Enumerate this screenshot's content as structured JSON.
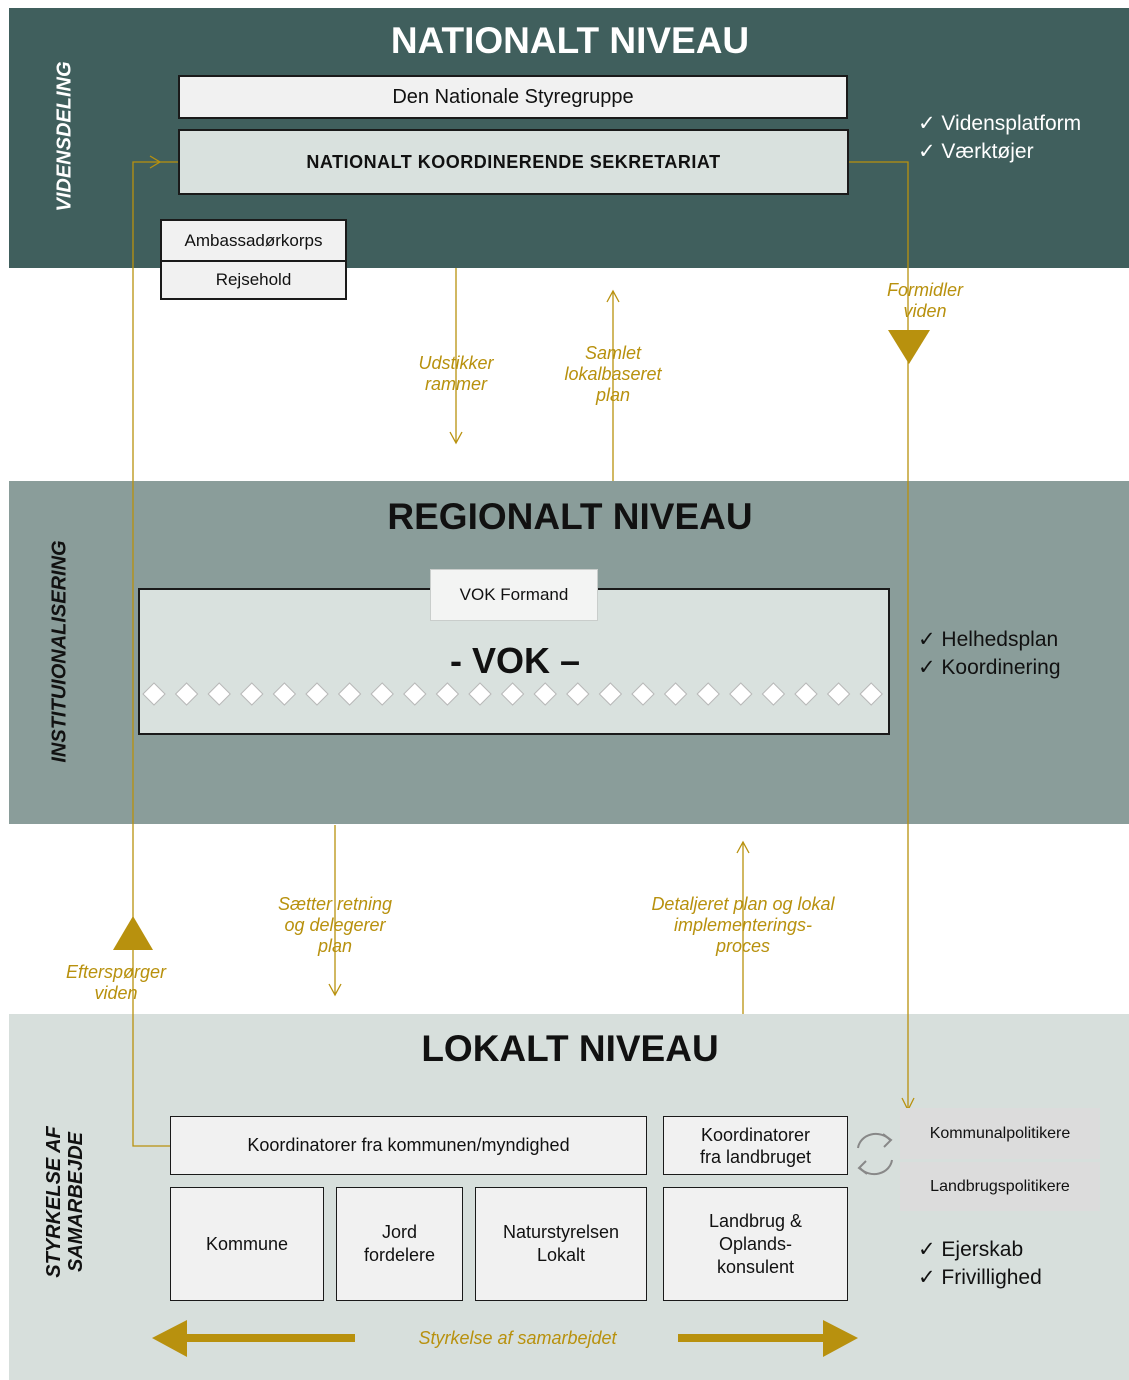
{
  "national": {
    "title": "NATIONALT NIVEAU",
    "side_label": "VIDENSDELING",
    "steering_group": "Den Nationale Styregruppe",
    "secretariat": "NATIONALT KOORDINERENDE SEKRETARIAT",
    "ambassador": "Ambassadørkorps",
    "travel_team": "Rejsehold",
    "checks": [
      "✓ Vidensplatform",
      "✓ Værktøjer"
    ]
  },
  "arrows_upper": {
    "down_label": [
      "Udstikker",
      "rammer"
    ],
    "up_label": [
      "Samlet",
      "lokalbaseret",
      "plan"
    ],
    "right_label": [
      "Formidler",
      "viden"
    ]
  },
  "regional": {
    "title": "REGIONALT NIVEAU",
    "side_label": "INSTITUIONALISERING",
    "chair": "VOK Formand",
    "vok": "- VOK –",
    "checks": [
      "✓ Helhedsplan",
      "✓ Koordinering"
    ]
  },
  "arrows_lower": {
    "down_label": [
      "Sætter retning",
      "og delegerer",
      "plan"
    ],
    "up_label": [
      "Detaljeret plan og lokal",
      "implementerings-",
      "proces"
    ],
    "left_label": [
      "Efterspørger",
      "viden"
    ]
  },
  "local": {
    "title": "LOKALT NIVEAU",
    "side_label": [
      "STYRKELSE AF",
      "SAMARBEJDE"
    ],
    "coord_municipality": "Koordinatorer fra kommunen/myndighed",
    "coord_agriculture": [
      "Koordinatorer",
      "fra landbruget"
    ],
    "politicians_municipal": "Kommunalpolitikere",
    "politicians_agri": "Landbrugspolitikere",
    "boxes": [
      [
        "Kommune"
      ],
      [
        "Jord",
        "fordelere"
      ],
      [
        "Naturstyrelsen",
        "Lokalt"
      ],
      [
        "Landbrug &",
        "Oplands-",
        "konsulent"
      ]
    ],
    "checks": [
      "✓ Ejerskab",
      "✓ Frivillighed"
    ],
    "bottom_arrow_label": "Styrkelse af samarbejdet"
  },
  "colors": {
    "gold": "#b8910e",
    "national_bg": "#405f5d",
    "regional_bg": "#8a9d9a",
    "local_bg": "#d7dfdc"
  }
}
